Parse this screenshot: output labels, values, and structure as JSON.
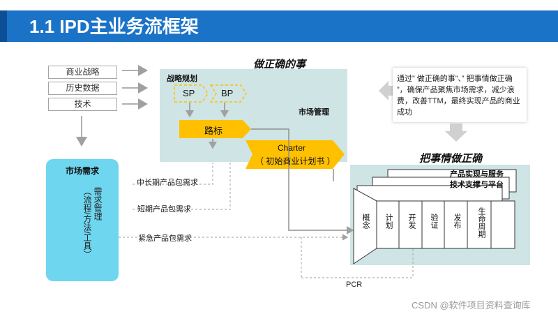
{
  "title": "1.1 IPD主业务流框架",
  "inputs": [
    "商业战略",
    "历史数据",
    "技术"
  ],
  "upper": {
    "heading": "做正确的事",
    "strategy_label": "战略规划",
    "sp": "SP",
    "bp": "BP",
    "market_mgmt": "市场管理",
    "roadmap": "路标",
    "charter_line1": "Charter",
    "charter_line2": "（ 初始商业计划书 ）"
  },
  "market_needs": {
    "title": "市场需求",
    "vertical_text": "需求管理\n（流程/方法/工具）"
  },
  "requirements": [
    "中长期产品包需求",
    "短期产品包需求",
    "紧急产品包需求"
  ],
  "note": "通过” 做正确的事”、” 把事情做正确 ”，确保产品聚焦市场需求，减少浪费，改善TTM，最终实现产品的商业成功",
  "lower": {
    "heading": "把事情做正确",
    "subtitle_line1": "产品实现与服务",
    "subtitle_line2": "技术支撑与平台",
    "phases": [
      "概念",
      "计划",
      "开发",
      "验证",
      "发布",
      "生命周期"
    ]
  },
  "pcr": "PCR",
  "watermark": "CSDN @软件项目资料查询库",
  "colors": {
    "title_bar": "#1a73c7",
    "panel": "#cfe4e4",
    "arrow_yellow": "#ffc000",
    "market_needs": "#6fd6f0"
  }
}
